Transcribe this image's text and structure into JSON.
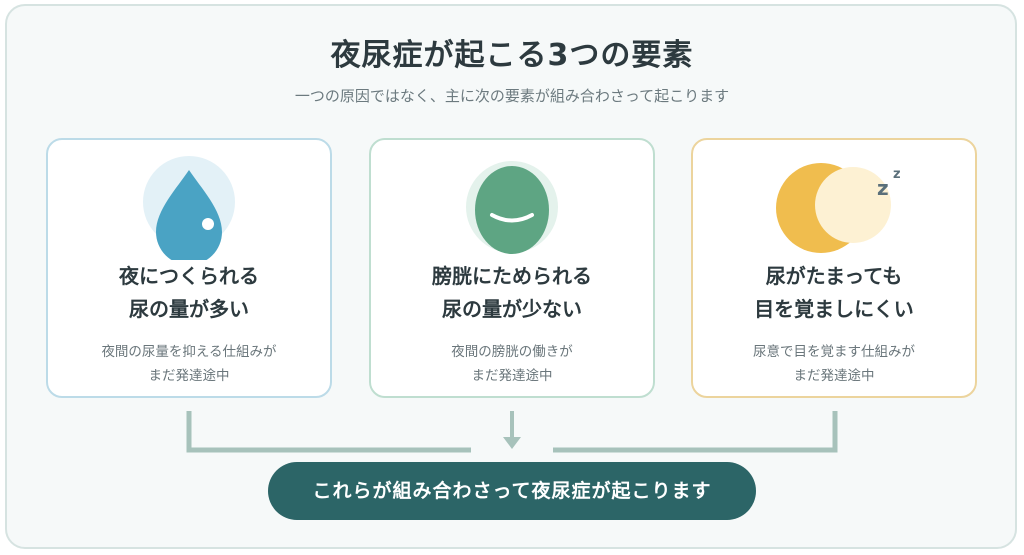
{
  "title": "夜尿症が起こる3つの要素",
  "subtitle": "一つの原因ではなく、主に次の要素が組み合わさって起こります",
  "cards": [
    {
      "icon": "water-drop-icon",
      "heading_line1": "夜につくられる",
      "heading_line2": "尿の量が多い",
      "desc_line1": "夜間の尿量を抑える仕組みが",
      "desc_line2": "まだ発達途中"
    },
    {
      "icon": "bladder-icon",
      "heading_line1": "膀胱にためられる",
      "heading_line2": "尿の量が少ない",
      "desc_line1": "夜間の膀胱の働きが",
      "desc_line2": "まだ発達途中"
    },
    {
      "icon": "moon-sleep-icon",
      "heading_line1": "尿がたまっても",
      "heading_line2": "目を覚ましにくい",
      "desc_line1": "尿意で目を覚ます仕組みが",
      "desc_line2": "まだ発達途中",
      "zz_big": "z",
      "zz_small": "z"
    }
  ],
  "result": "これらが組み合わさって夜尿症が起こります",
  "colors": {
    "drop": "#4aa3c4",
    "bladder": "#5ea583",
    "moon": "#f0bd4e",
    "result_bg": "#2c6567",
    "connector": "#a7c2bb"
  }
}
